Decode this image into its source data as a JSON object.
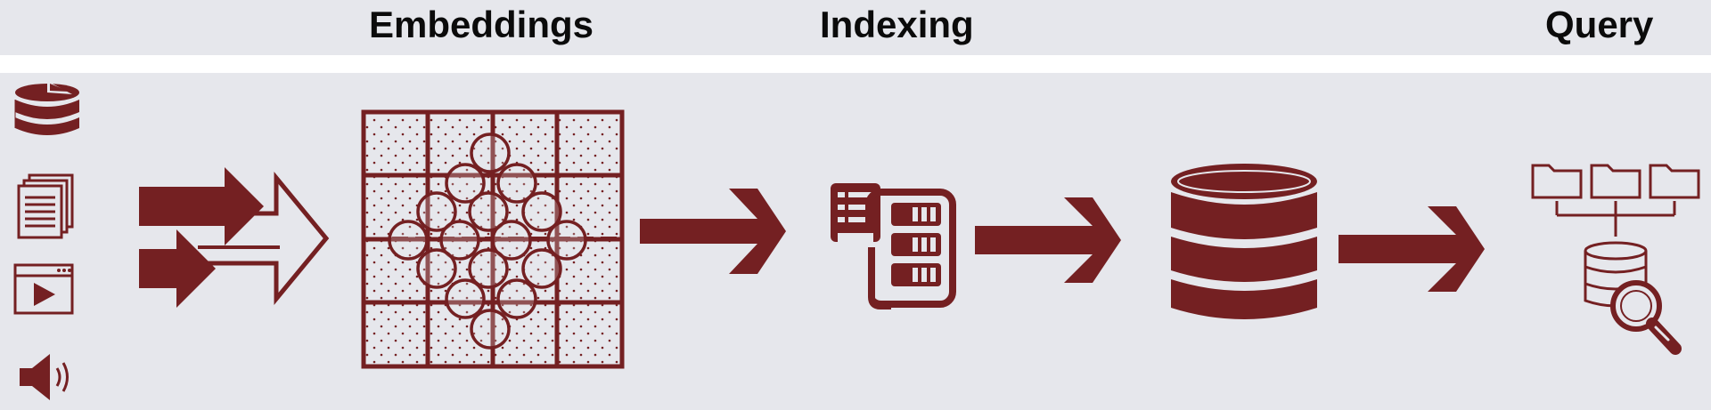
{
  "header": {
    "stage_1": "Embeddings",
    "stage_2": "Indexing",
    "stage_3": "Query"
  },
  "colors": {
    "accent": "#742022",
    "background": "#e6e7ec",
    "band": "#ffffff",
    "text": "#0b0b0b"
  },
  "icons": {
    "sources": [
      "database-pie-icon",
      "documents-icon",
      "video-player-icon",
      "speaker-icon"
    ],
    "merge": "merge-arrows-icon",
    "embedding": "embedding-grid-icon",
    "indexing": "index-server-icon",
    "store": "vector-database-icon",
    "query": "database-search-icon"
  }
}
